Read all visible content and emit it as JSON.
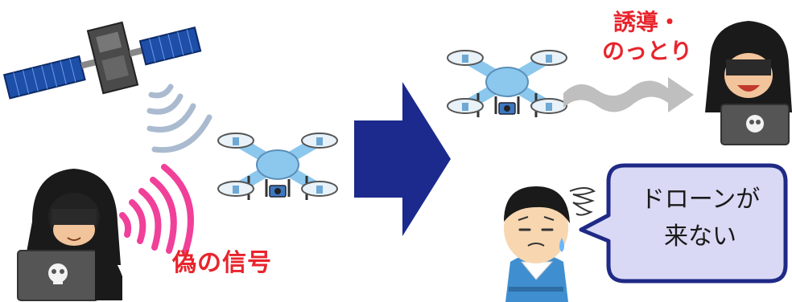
{
  "labels": {
    "fake_signal": "偽の信号",
    "hijack_line1": "誘導・",
    "hijack_line2": "のっとり",
    "bubble_line1": "ドローンが",
    "bubble_line2": "来ない"
  },
  "colors": {
    "red_text": "#e8242c",
    "arrow": "#1b2a8c",
    "drone": "#8cc7ee",
    "jamming_waves": "#f0409a",
    "satellite_waves": "#aabbd0",
    "bubble_fill": "#d9d9f5",
    "bubble_stroke": "#1f2a86"
  },
  "icons": [
    "satellite-icon",
    "hacker-icon",
    "drone-icon",
    "arrow-right-icon",
    "worried-person-icon",
    "speech-bubble-icon"
  ]
}
